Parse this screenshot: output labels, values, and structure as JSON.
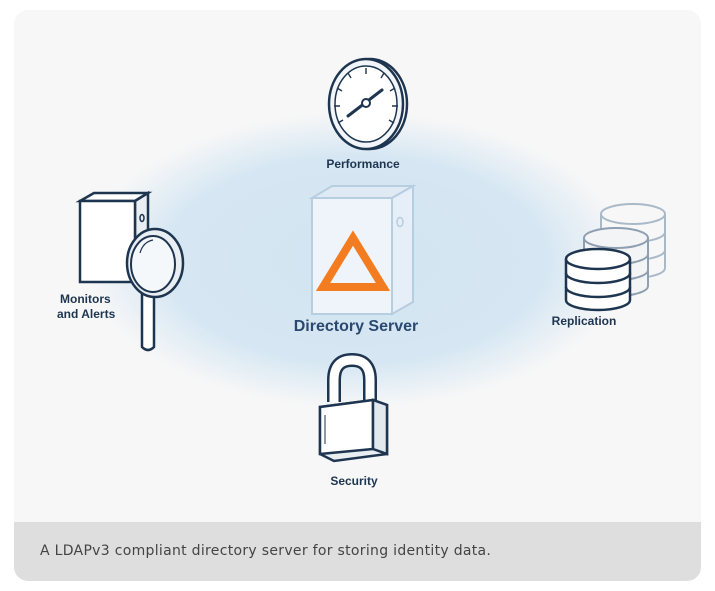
{
  "center": {
    "label": "Directory Server"
  },
  "nodes": {
    "performance": {
      "label": "Performance"
    },
    "monitors": {
      "line1": "Monitors",
      "line2": "and Alerts"
    },
    "replication": {
      "label": "Replication"
    },
    "security": {
      "label": "Security"
    }
  },
  "caption": {
    "text": "A LDAPv3 compliant directory server for storing identity data."
  },
  "colors": {
    "ellipse_inner": "#d2e4f1",
    "ellipse_outer": "#f7f7f7",
    "outline": "#1e3550",
    "icon_fill": "#ffffff",
    "icon_shade": "#e9eef3",
    "warning_orange": "#f47c20",
    "center_label": "#2a4870",
    "ghost_server": "#b7cde0",
    "ghost_db": "#a9b9c8"
  },
  "icons": {
    "performance": "gauge-icon",
    "monitors": "server-magnifier-icon",
    "replication": "database-stack-icon",
    "security": "padlock-icon",
    "center": "server-warning-icon"
  }
}
